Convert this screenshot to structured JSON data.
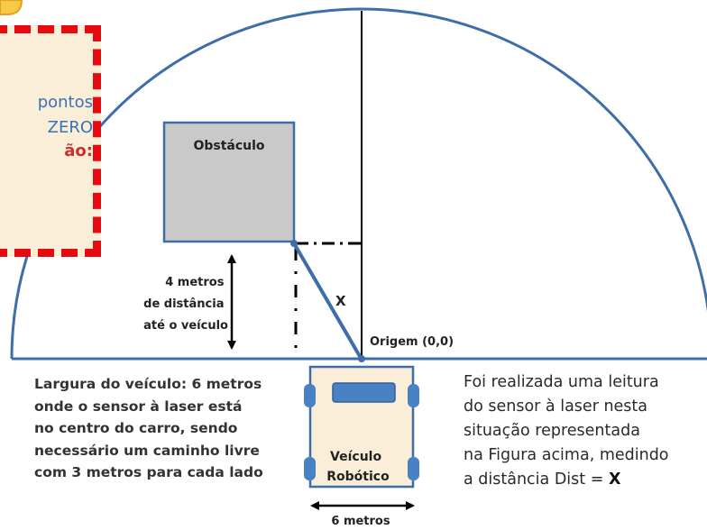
{
  "obstacle": {
    "label": "Obstáculo"
  },
  "distance_label": {
    "lines": [
      "4 metros",
      "de distância",
      "até o veículo"
    ]
  },
  "x_label": "X",
  "origin_label": "Origem (0,0)",
  "vehicle": {
    "lines": [
      "Veículo",
      "Robótico"
    ]
  },
  "width_label": "6 metros",
  "vehicle_width_text": {
    "lines": [
      "Largura do veículo: 6 metros",
      "onde o sensor à laser está",
      "no centro do carro, sendo",
      "necessário um caminho livre",
      "com 3 metros para cada lado"
    ]
  },
  "reading_text": {
    "lines": [
      "Foi realizada uma leitura",
      "do sensor à laser nesta",
      "situação representada",
      "na Figura acima, medindo",
      "a distância Dist = "
    ],
    "x_value": "X"
  },
  "callout": {
    "lines": [
      "pontos",
      "ZERO",
      "ão:"
    ]
  },
  "colors": {
    "outline": "#3d6ea8",
    "obstacle_fill": "#c9c9c9",
    "vehicle_fill": "#fbeed8",
    "wheel": "#4a80c4",
    "callout_border": "#e60b10",
    "callout_blue": "#3a72b8",
    "callout_red": "#c9302c"
  }
}
